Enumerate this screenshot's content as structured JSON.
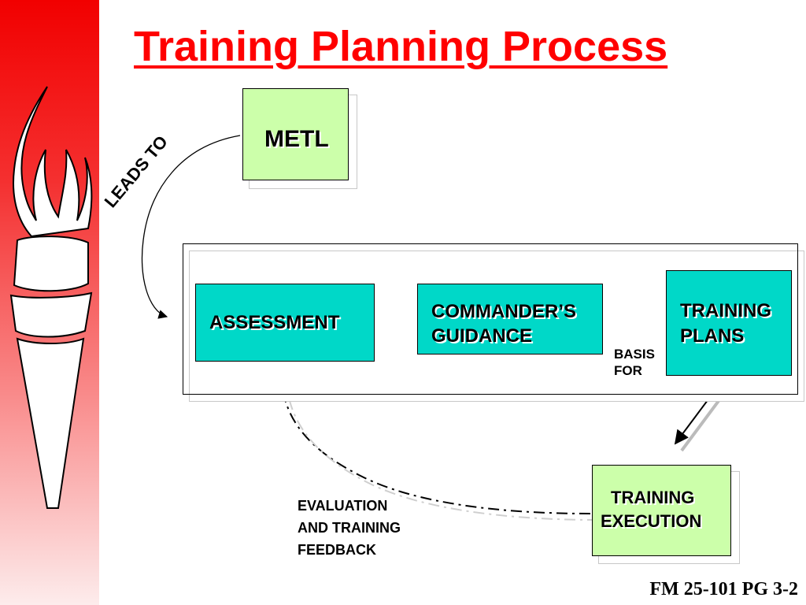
{
  "title": "Training Planning Process",
  "nodes": {
    "metl": "METL",
    "assessment": "ASSESSMENT",
    "commanders_guidance_line1": "COMMANDER’S",
    "commanders_guidance_line2": "GUIDANCE",
    "training_plans_line1": "TRAINING",
    "training_plans_line2": "PLANS",
    "training_execution_line1": "TRAINING",
    "training_execution_line2": "EXECUTION"
  },
  "edge_labels": {
    "leads_to": "LEADS TO",
    "basis_for_line1": "BASIS",
    "basis_for_line2": "FOR",
    "feedback_line1": "EVALUATION",
    "feedback_line2": "AND TRAINING",
    "feedback_line3": "FEEDBACK"
  },
  "footer": "FM 25-101 PG 3-2",
  "colors": {
    "title": "#ff0000",
    "green_box": "#ccffaa",
    "teal_box": "#00d8c8",
    "left_strip": "#f20000"
  }
}
